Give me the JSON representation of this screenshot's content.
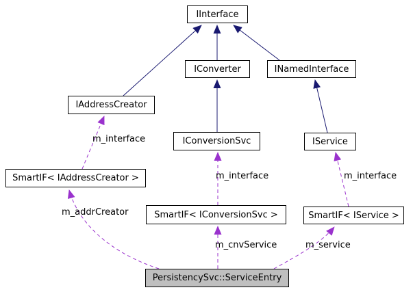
{
  "diagram": {
    "type": "collaboration-graph",
    "colors": {
      "background": "#ffffff",
      "inheritance_edge": "#191970",
      "member_edge": "#9a32cd",
      "node_border": "#000000",
      "node_fill": "#ffffff",
      "focus_node_fill": "#bfbfbf",
      "text": "#000000"
    },
    "nodes": [
      {
        "id": "iinterface",
        "label": "IInterface"
      },
      {
        "id": "iconverter",
        "label": "IConverter"
      },
      {
        "id": "inamedinterface",
        "label": "INamedInterface"
      },
      {
        "id": "iaddresscreator",
        "label": "IAddressCreator"
      },
      {
        "id": "iconversionsvc",
        "label": "IConversionSvc"
      },
      {
        "id": "iservice",
        "label": "IService"
      },
      {
        "id": "smartif-iaddresscreator",
        "label": "SmartIF< IAddressCreator >"
      },
      {
        "id": "smartif-iconversionsvc",
        "label": "SmartIF< IConversionSvc >"
      },
      {
        "id": "smartif-iservice",
        "label": "SmartIF< IService >"
      },
      {
        "id": "serviceentry",
        "label": "PersistencySvc::ServiceEntry"
      }
    ],
    "edge_labels": [
      {
        "id": "m-interface-left",
        "label": "m_interface"
      },
      {
        "id": "m-interface-mid",
        "label": "m_interface"
      },
      {
        "id": "m-interface-right",
        "label": "m_interface"
      },
      {
        "id": "m-addrcreator",
        "label": "m_addrCreator"
      },
      {
        "id": "m-cnvservice",
        "label": "m_cnvService"
      },
      {
        "id": "m-service",
        "label": "m_service"
      }
    ],
    "edges": [
      {
        "from": "iaddresscreator",
        "to": "iinterface",
        "style": "solid-inheritance"
      },
      {
        "from": "iconverter",
        "to": "iinterface",
        "style": "solid-inheritance"
      },
      {
        "from": "inamedinterface",
        "to": "iinterface",
        "style": "solid-inheritance"
      },
      {
        "from": "iconversionsvc",
        "to": "iconverter",
        "style": "solid-inheritance"
      },
      {
        "from": "iservice",
        "to": "inamedinterface",
        "style": "solid-inheritance"
      },
      {
        "from": "smartif-iaddresscreator",
        "to": "iaddresscreator",
        "style": "dashed-member",
        "label": "m_interface"
      },
      {
        "from": "smartif-iconversionsvc",
        "to": "iconversionsvc",
        "style": "dashed-member",
        "label": "m_interface"
      },
      {
        "from": "smartif-iservice",
        "to": "iservice",
        "style": "dashed-member",
        "label": "m_interface"
      },
      {
        "from": "serviceentry",
        "to": "smartif-iaddresscreator",
        "style": "dashed-member",
        "label": "m_addrCreator"
      },
      {
        "from": "serviceentry",
        "to": "smartif-iconversionsvc",
        "style": "dashed-member",
        "label": "m_cnvService"
      },
      {
        "from": "serviceentry",
        "to": "smartif-iservice",
        "style": "dashed-member",
        "label": "m_service"
      }
    ]
  }
}
